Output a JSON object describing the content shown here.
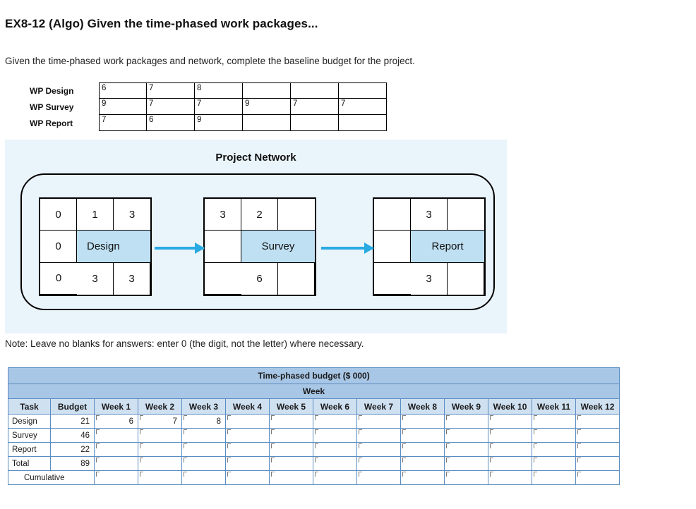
{
  "title": "EX8-12 (Algo) Given the time-phased work packages...",
  "prompt": "Given the time-phased work packages and network, complete the baseline budget for the project.",
  "note": "Note: Leave no blanks for answers: enter 0 (the digit, not the letter) where necessary.",
  "work_packages": {
    "rows": [
      {
        "label": "WP Design",
        "values": [
          "6",
          "7",
          "8",
          "",
          "",
          ""
        ]
      },
      {
        "label": "WP Survey",
        "values": [
          "9",
          "7",
          "7",
          "9",
          "7",
          "7"
        ]
      },
      {
        "label": "WP Report",
        "values": [
          "7",
          "6",
          "9",
          "",
          "",
          ""
        ]
      }
    ]
  },
  "network": {
    "title": "Project Network",
    "nodes": [
      {
        "name": "Design",
        "top": [
          "0",
          "1",
          "3"
        ],
        "mid_left": "0",
        "label": "Design",
        "bottom": [
          "0",
          "3",
          "3"
        ]
      },
      {
        "name": "Survey",
        "top": [
          "3",
          "2",
          ""
        ],
        "mid_left": "",
        "label": "Survey",
        "bottom": [
          "",
          "6",
          ""
        ]
      },
      {
        "name": "Report",
        "top": [
          "",
          "3",
          ""
        ],
        "mid_left": "",
        "label": "Report",
        "bottom": [
          "",
          "3",
          ""
        ]
      }
    ]
  },
  "budget_table": {
    "caption": "Time-phased budget ($ 000)",
    "week_group_header": "Week",
    "columns": [
      "Task",
      "Budget",
      "Week 1",
      "Week 2",
      "Week 3",
      "Week 4",
      "Week 5",
      "Week 6",
      "Week 7",
      "Week 8",
      "Week 9",
      "Week 10",
      "Week 11",
      "Week 12"
    ],
    "rows": [
      {
        "task": "Design",
        "indent": false,
        "budget": "21",
        "weeks": [
          "6",
          "7",
          "8",
          "",
          "",
          "",
          "",
          "",
          "",
          "",
          "",
          ""
        ]
      },
      {
        "task": "Survey",
        "indent": false,
        "budget": "46",
        "weeks": [
          "",
          "",
          "",
          "",
          "",
          "",
          "",
          "",
          "",
          "",
          "",
          ""
        ]
      },
      {
        "task": "Report",
        "indent": false,
        "budget": "22",
        "weeks": [
          "",
          "",
          "",
          "",
          "",
          "",
          "",
          "",
          "",
          "",
          "",
          ""
        ]
      },
      {
        "task": "Total",
        "indent": false,
        "budget": "89",
        "weeks": [
          "",
          "",
          "",
          "",
          "",
          "",
          "",
          "",
          "",
          "",
          "",
          ""
        ]
      },
      {
        "task": "Cumulative",
        "indent": true,
        "budget": "",
        "weeks": [
          "",
          "",
          "",
          "",
          "",
          "",
          "",
          "",
          "",
          "",
          "",
          ""
        ]
      }
    ]
  },
  "colors": {
    "accent": "#29aae2",
    "panel": "#eaf4fb",
    "node_fill": "#bfe0f2",
    "table_header": "#a8c6e5",
    "table_subheader": "#cfe0f1"
  }
}
